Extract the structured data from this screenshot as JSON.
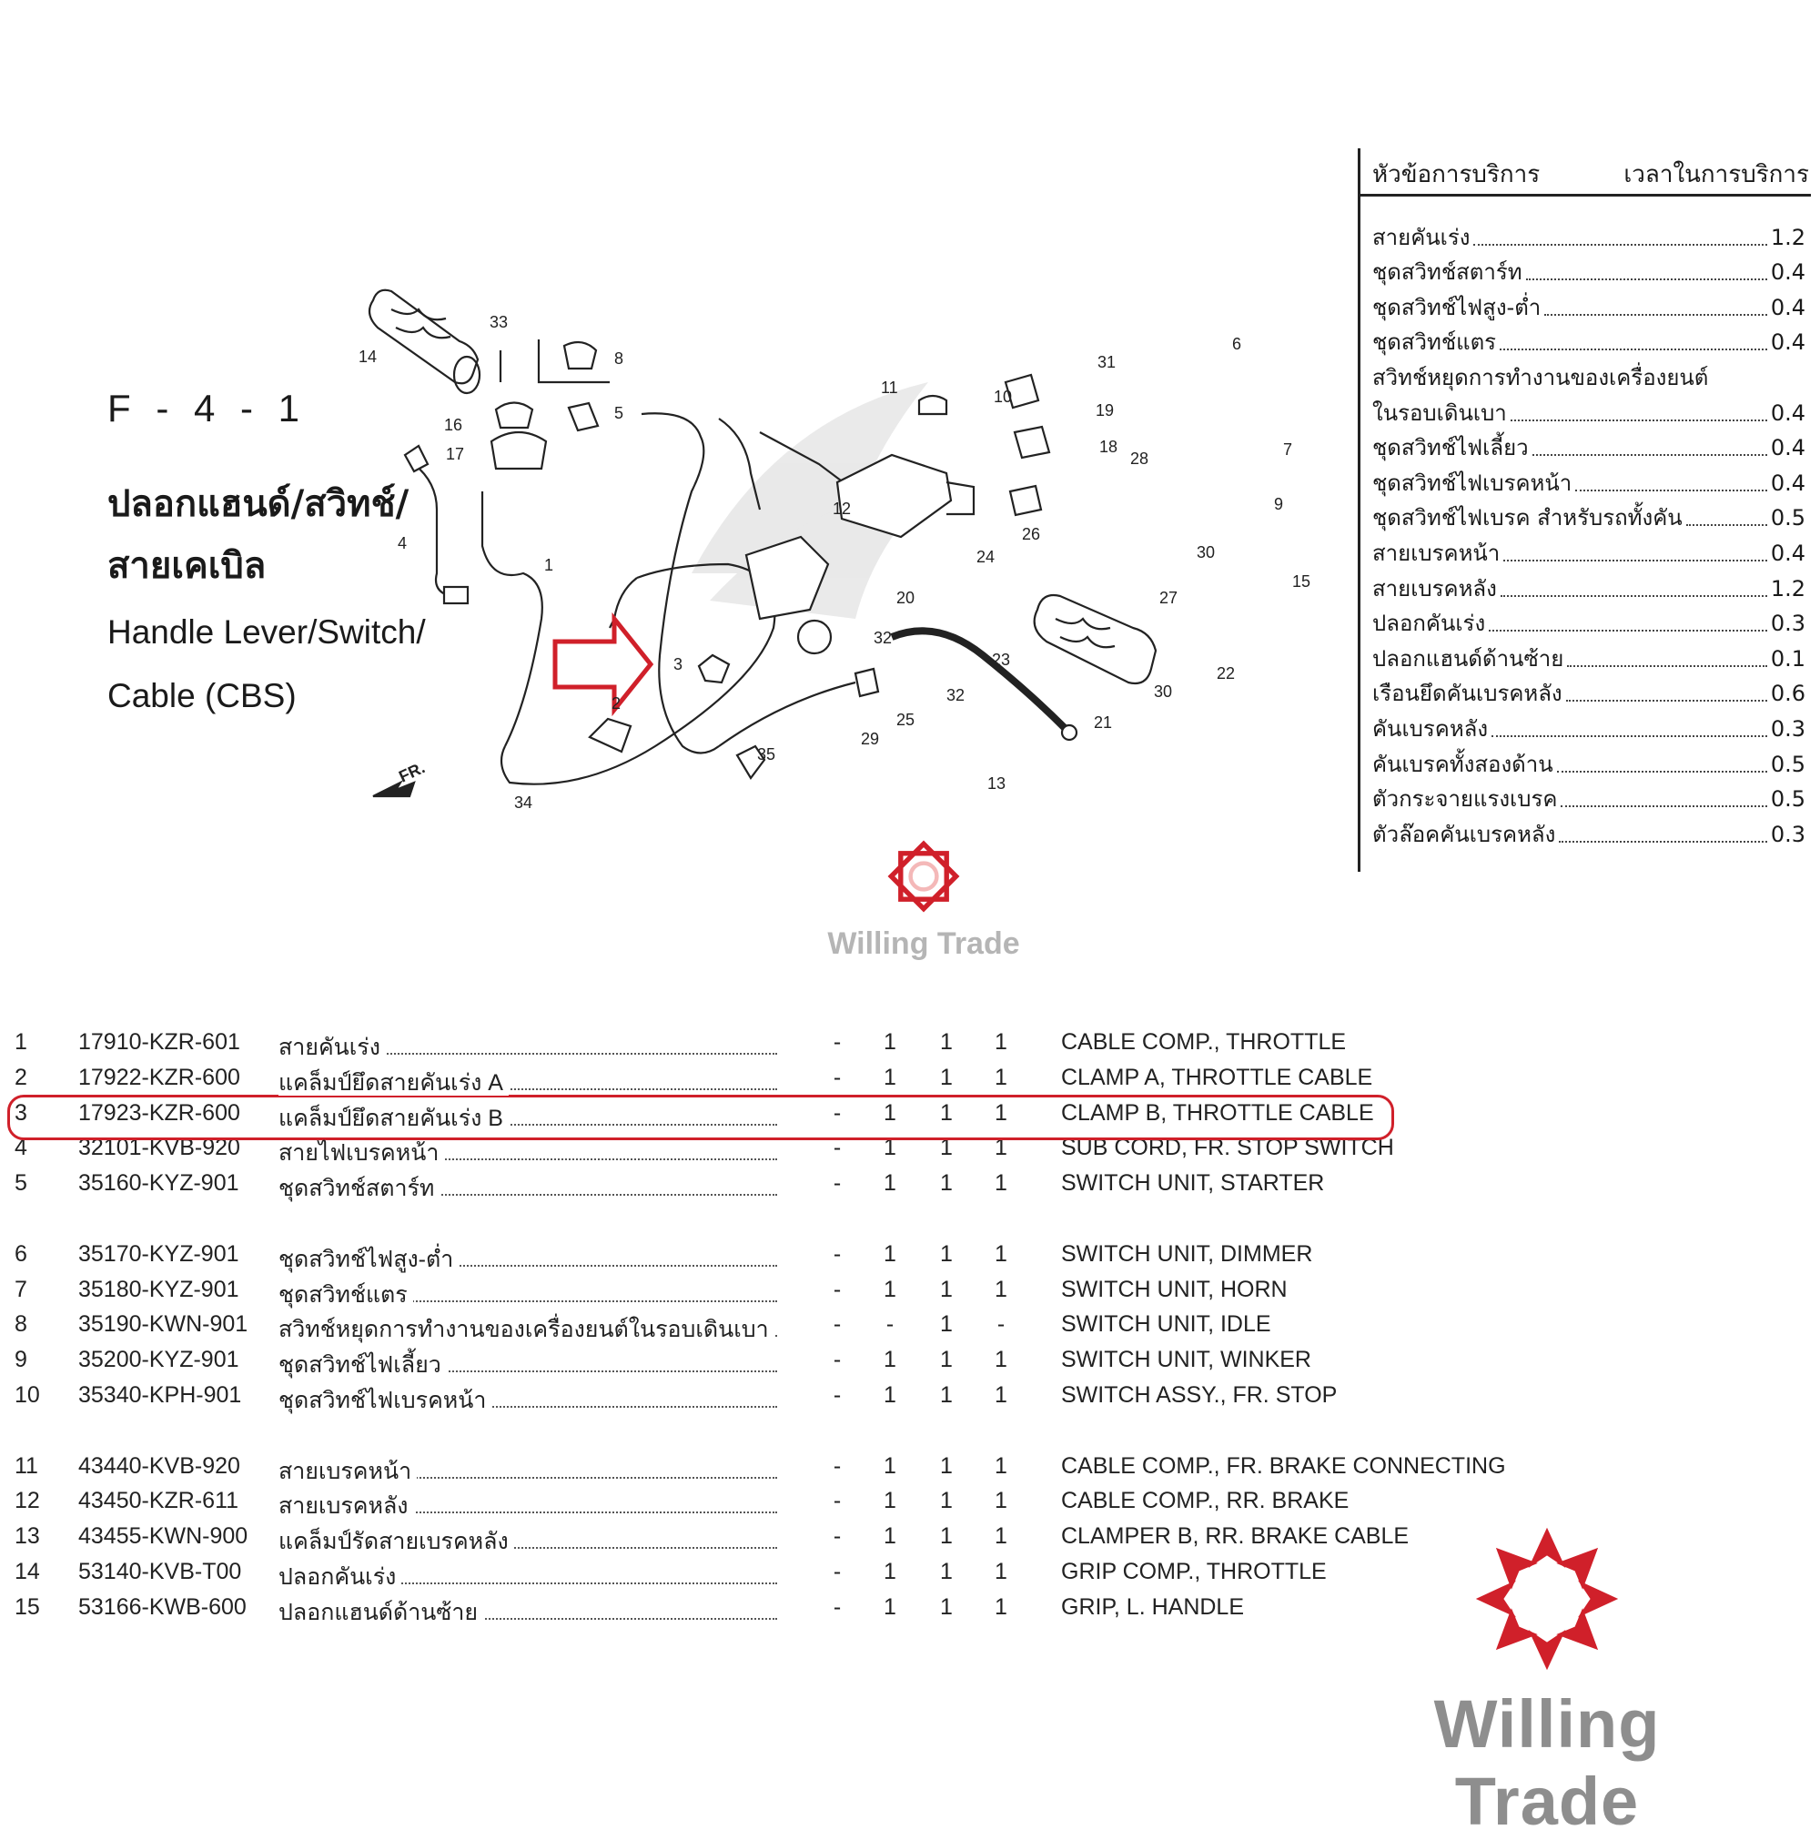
{
  "header": {
    "code": "F - 4 - 1",
    "title_th": "ปลอกแฮนด์/สวิทช์/สายเคเบิล",
    "title_en_line1": "Handle Lever/Switch/",
    "title_en_line2": "Cable (CBS)"
  },
  "diagram": {
    "callouts": [
      "1",
      "2",
      "3",
      "4",
      "5",
      "6",
      "7",
      "8",
      "9",
      "10",
      "11",
      "12",
      "13",
      "14",
      "15",
      "16",
      "17",
      "18",
      "19",
      "20",
      "21",
      "22",
      "23",
      "24",
      "25",
      "26",
      "27",
      "28",
      "29",
      "30",
      "31",
      "32",
      "33",
      "34",
      "35"
    ],
    "fr_label": "FR."
  },
  "service_table": {
    "header_left": "หัวข้อการบริการ",
    "header_right": "เวลาในการบริการ",
    "rows": [
      {
        "label": "สายคันเร่ง",
        "value": "1.2"
      },
      {
        "label": "ชุดสวิทช์สตาร์ท",
        "value": "0.4"
      },
      {
        "label": "ชุดสวิทช์ไฟสูง-ต่ำ",
        "value": "0.4"
      },
      {
        "label": "ชุดสวิทช์แตร",
        "value": "0.4"
      },
      {
        "label": "สวิทช์หยุดการทำงานของเครื่องยนต์",
        "value": ""
      },
      {
        "label": "ในรอบเดินเบา",
        "value": "0.4"
      },
      {
        "label": "ชุดสวิทช์ไฟเลี้ยว",
        "value": "0.4"
      },
      {
        "label": "ชุดสวิทช์ไฟเบรคหน้า",
        "value": "0.4"
      },
      {
        "label": "ชุดสวิทช์ไฟเบรค สำหรับรถทั้งคัน",
        "value": "0.5"
      },
      {
        "label": "สายเบรคหน้า",
        "value": "0.4"
      },
      {
        "label": "สายเบรคหลัง",
        "value": "1.2"
      },
      {
        "label": "ปลอกคันเร่ง",
        "value": "0.3"
      },
      {
        "label": "ปลอกแฮนด์ด้านซ้าย",
        "value": "0.1"
      },
      {
        "label": "เรือนยึดคันเบรคหลัง",
        "value": "0.6"
      },
      {
        "label": "คันเบรคหลัง",
        "value": "0.3"
      },
      {
        "label": "คันเบรคทั้งสองด้าน",
        "value": "0.5"
      },
      {
        "label": "ตัวกระจายแรงเบรค",
        "value": "0.5"
      },
      {
        "label": "ตัวล๊อคคันเบรคหลัง",
        "value": "0.3"
      }
    ]
  },
  "watermark": {
    "text": "Willing Trade",
    "color": "#d0202a"
  },
  "parts": [
    {
      "no": "1",
      "code": "17910-KZR-601",
      "th": "สายคันเร่ง",
      "q": [
        "-",
        "1",
        "1",
        "1"
      ],
      "en": "CABLE COMP., THROTTLE"
    },
    {
      "no": "2",
      "code": "17922-KZR-600",
      "th": "แคล็มป์ยึดสายคันเร่ง A",
      "q": [
        "-",
        "1",
        "1",
        "1"
      ],
      "en": "CLAMP A, THROTTLE CABLE"
    },
    {
      "no": "3",
      "code": "17923-KZR-600",
      "th": "แคล็มป์ยึดสายคันเร่ง B",
      "q": [
        "-",
        "1",
        "1",
        "1"
      ],
      "en": "CLAMP B, THROTTLE CABLE"
    },
    {
      "no": "4",
      "code": "32101-KVB-920",
      "th": "สายไฟเบรคหน้า",
      "q": [
        "-",
        "1",
        "1",
        "1"
      ],
      "en": "SUB CORD, FR. STOP SWITCH"
    },
    {
      "no": "5",
      "code": "35160-KYZ-901",
      "th": "ชุดสวิทช์สตาร์ท",
      "q": [
        "-",
        "1",
        "1",
        "1"
      ],
      "en": "SWITCH UNIT, STARTER"
    },
    {
      "no": "6",
      "code": "35170-KYZ-901",
      "th": "ชุดสวิทช์ไฟสูง-ต่ำ",
      "q": [
        "-",
        "1",
        "1",
        "1"
      ],
      "en": "SWITCH UNIT, DIMMER"
    },
    {
      "no": "7",
      "code": "35180-KYZ-901",
      "th": "ชุดสวิทช์แตร",
      "q": [
        "-",
        "1",
        "1",
        "1"
      ],
      "en": "SWITCH UNIT, HORN"
    },
    {
      "no": "8",
      "code": "35190-KWN-901",
      "th": "สวิทช์หยุดการทำงานของเครื่องยนต์ในรอบเดินเบา",
      "q": [
        "-",
        "-",
        "1",
        "-"
      ],
      "en": "SWITCH UNIT, IDLE"
    },
    {
      "no": "9",
      "code": "35200-KYZ-901",
      "th": "ชุดสวิทช์ไฟเลี้ยว",
      "q": [
        "-",
        "1",
        "1",
        "1"
      ],
      "en": "SWITCH UNIT, WINKER"
    },
    {
      "no": "10",
      "code": "35340-KPH-901",
      "th": "ชุดสวิทช์ไฟเบรคหน้า",
      "q": [
        "-",
        "1",
        "1",
        "1"
      ],
      "en": "SWITCH ASSY., FR. STOP"
    },
    {
      "no": "11",
      "code": "43440-KVB-920",
      "th": "สายเบรคหน้า",
      "q": [
        "-",
        "1",
        "1",
        "1"
      ],
      "en": "CABLE COMP., FR. BRAKE CONNECTING"
    },
    {
      "no": "12",
      "code": "43450-KZR-611",
      "th": "สายเบรคหลัง",
      "q": [
        "-",
        "1",
        "1",
        "1"
      ],
      "en": "CABLE COMP., RR. BRAKE"
    },
    {
      "no": "13",
      "code": "43455-KWN-900",
      "th": "แคล็มป์รัดสายเบรคหลัง",
      "q": [
        "-",
        "1",
        "1",
        "1"
      ],
      "en": "CLAMPER B, RR. BRAKE CABLE"
    },
    {
      "no": "14",
      "code": "53140-KVB-T00",
      "th": "ปลอกคันเร่ง",
      "q": [
        "-",
        "1",
        "1",
        "1"
      ],
      "en": "GRIP COMP., THROTTLE"
    },
    {
      "no": "15",
      "code": "53166-KWB-600",
      "th": "ปลอกแฮนด์ด้านซ้าย",
      "q": [
        "-",
        "1",
        "1",
        "1"
      ],
      "en": "GRIP, L. HANDLE"
    }
  ]
}
